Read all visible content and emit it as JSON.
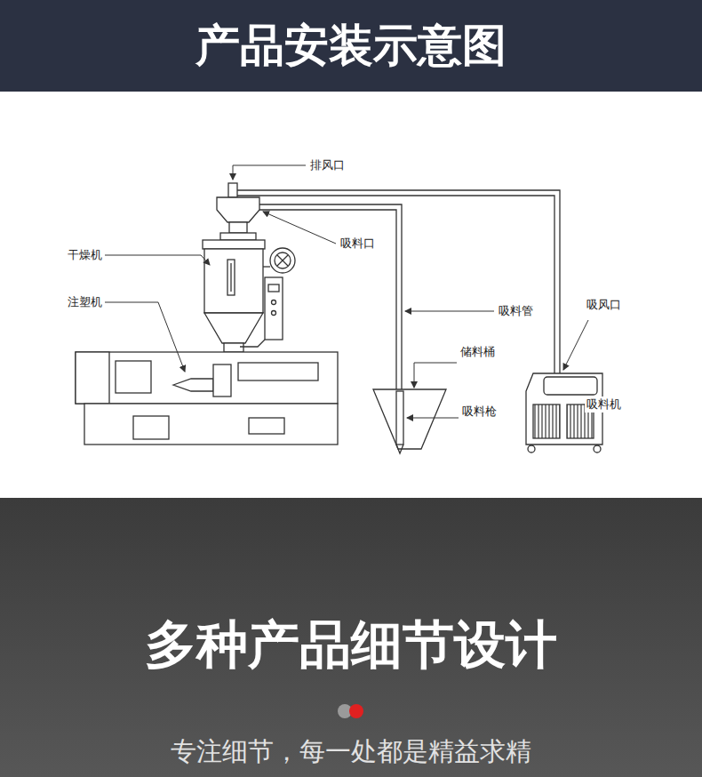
{
  "diagram": {
    "title": "产品安装示意图",
    "nodes": [
      {
        "text": [
          "多种产品细节设计",
          "专注细节，每一处都是精益求精"
        ]
      }
    ],
    "labels": [
      "排风口",
      "干燥机",
      "吸料口",
      "注塑机",
      "吸料管",
      "吸风口",
      "储料桶",
      "吸料枪",
      "吸料机"
    ]
  }
}
